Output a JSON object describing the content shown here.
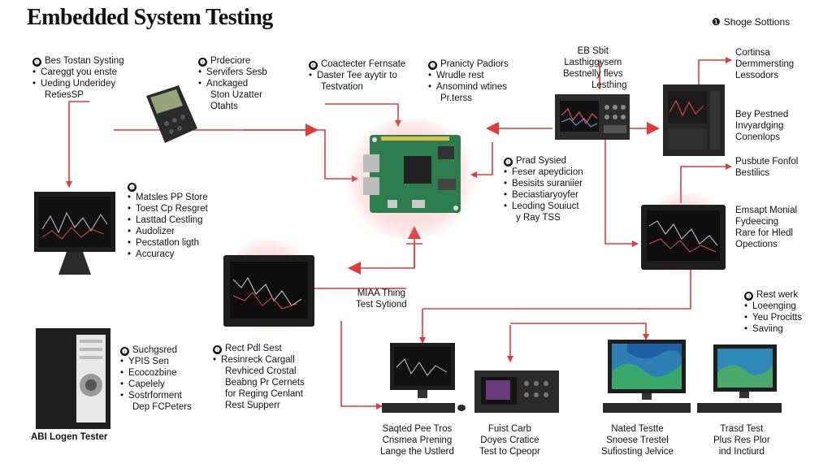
{
  "title": "Embedded System Testing",
  "top_right": {
    "badge": "❶",
    "label": "Shoge Sottions"
  },
  "bottom_left_label": "ABI Logen Tester",
  "colors": {
    "arrow": "#e03a3a",
    "halo": "#f4b3b3",
    "board": "#2e7d4f",
    "screen": "#1b1b1b"
  },
  "blocks": {
    "b1": {
      "badge": "❶",
      "lines": [
        "Bes Tostan Systing",
        "Careggt you enste",
        "Ueding Underidey",
        "RetiesSP"
      ]
    },
    "b2": {
      "badge": "❶",
      "lines": [
        "Prdeciore",
        "Servifers Sesb",
        "Anckaged",
        "Ston Uzatter",
        "Otahts"
      ]
    },
    "b3": {
      "badge": "❻",
      "lines": [
        "Coactecter Fernsate",
        "Daster Tee ayytir to",
        "Testvation"
      ]
    },
    "b4": {
      "badge": "❶",
      "lines": [
        "Pranicty Padiors",
        "Wrudle rest",
        "Ansomind wtines",
        "Pr.terss"
      ]
    },
    "b5": {
      "lines": [
        "EB Sbit",
        "Lasthiggysem",
        "Bestnelly flevs",
        "Lesthing"
      ]
    },
    "b6": {
      "lines": [
        "Cortinsa",
        "Dermmersting",
        "Lessodors"
      ]
    },
    "b7": {
      "lines": [
        "Bey Pestned",
        "Invyardging",
        "Conenlops"
      ]
    },
    "b8": {
      "badge": "❶",
      "lines": [
        "Matsles PP Store",
        "Toest Cp Resgret",
        "Lasttad Cestling",
        "Audolizer",
        "Pecstatlon ligth",
        "Accuracy"
      ]
    },
    "b9": {
      "badge": "❶",
      "lines": [
        "Prad Sysied",
        "Feser apeydicion",
        "Besisits suraniier",
        "Beciastiaryoyfer",
        "Leoding Souiuct",
        "y Ray TSS"
      ]
    },
    "b10": {
      "lines": [
        "Pusbute Fonfol",
        "Bestilics"
      ]
    },
    "b11": {
      "lines": [
        "Emsapt Monial",
        "Fydeecing",
        "Rare for Hledl",
        "Opections"
      ]
    },
    "b12": {
      "lines": [
        "MIAA Thing",
        "Test Sytiond"
      ]
    },
    "b13": {
      "badge": "❸",
      "lines": [
        "Rest werk",
        "Loeenging",
        "Yeu Procitts",
        "Saviing"
      ]
    },
    "b14": {
      "badge": "❶",
      "lines": [
        "Suchgsred",
        "YPIS Sen",
        "Ecocozbine",
        "Capelely",
        "Sostrforment",
        "Dep FCPeters"
      ]
    },
    "b15": {
      "badge": "❶",
      "lines": [
        "Rect Pdl Sest",
        "Resinreck Cargall",
        "Revhiced Crostal",
        "Beabng Pr Cernets",
        "for Reging Cenlant",
        "Rest Supperr"
      ]
    },
    "b16": {
      "lines": [
        "Saqted Pee Tros",
        "Cnsmea Prening",
        "Lange the Ustlerd"
      ]
    },
    "b17": {
      "lines": [
        "Fuist Carb",
        "Doyes Cratice",
        "Test to Cpeopr"
      ]
    },
    "b18": {
      "lines": [
        "Nated Testte",
        "Snoese Trestel",
        "Sufiosting Jelvice"
      ]
    },
    "b19": {
      "lines": [
        "Trasd Test",
        "Plus Res Plor",
        "ind Inctiurd"
      ]
    }
  }
}
